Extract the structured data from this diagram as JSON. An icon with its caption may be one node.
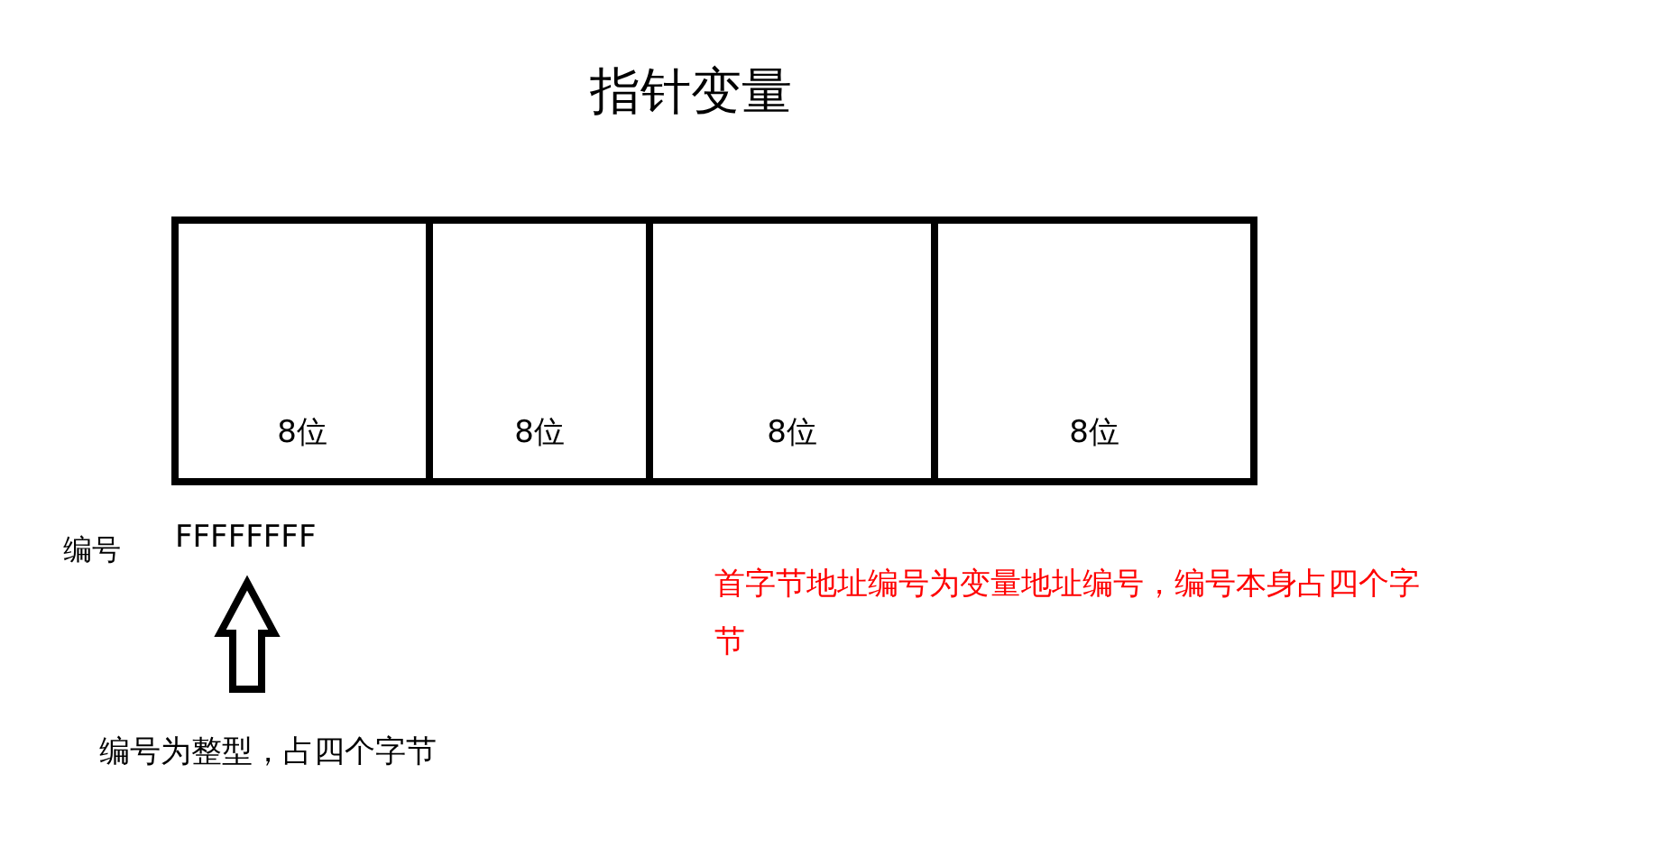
{
  "diagram": {
    "title": "指针变量",
    "nodes": [
      {
        "text": [
          "8位"
        ]
      },
      {
        "text": [
          "8位"
        ]
      },
      {
        "text": [
          "8位"
        ]
      },
      {
        "text": [
          "8位"
        ]
      },
      {
        "text": [
          "FFFFFFFF"
        ]
      },
      {
        "text": [
          "编号为整型，占四个字节"
        ]
      }
    ],
    "edges": [
      {
        "from": 5,
        "to": 4,
        "arrow": "to"
      }
    ],
    "labels": [
      "编号",
      "首字节地址编号为变量地址编号，编号本身占四个字节"
    ]
  }
}
